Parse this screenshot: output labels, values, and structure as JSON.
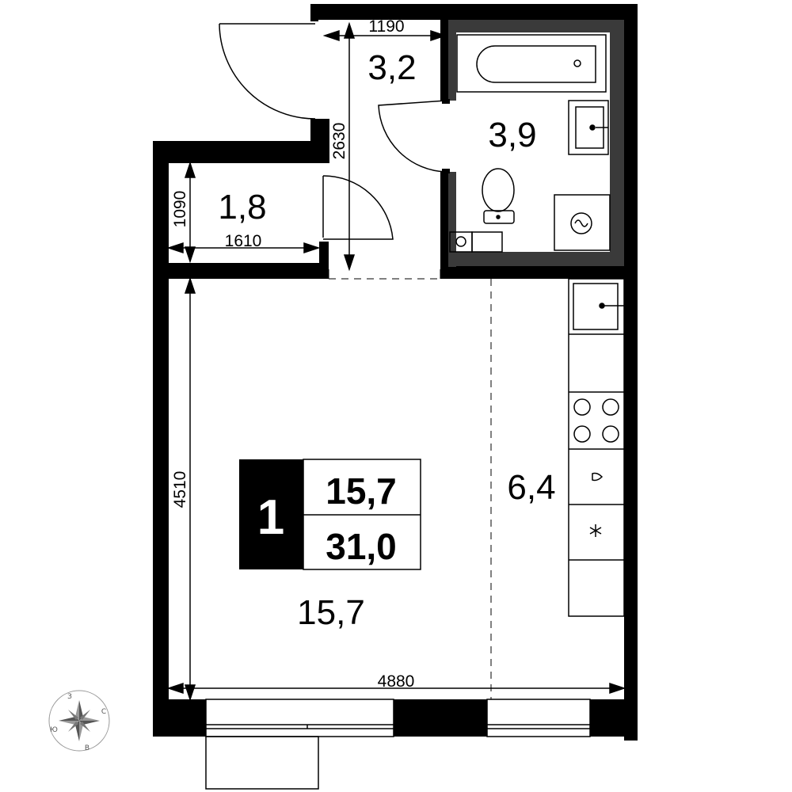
{
  "plan": {
    "rooms_count": "1",
    "living_area": "15,7",
    "total_area": "31,0",
    "rooms": {
      "hall": "3,2",
      "bathroom": "3,9",
      "storage": "1,8",
      "living": "15,7",
      "kitchen": "6,4"
    },
    "dimensions": {
      "hall_width": "1190",
      "hall_length": "2630",
      "storage_height": "1090",
      "storage_width": "1610",
      "living_length": "4510",
      "living_width": "4880"
    }
  },
  "compass": {
    "north": "З",
    "east": "С",
    "south": "В",
    "west": "Ю"
  },
  "colors": {
    "wall": "#000000",
    "bathroom_wall": "#3a3a3a",
    "background": "#ffffff"
  }
}
